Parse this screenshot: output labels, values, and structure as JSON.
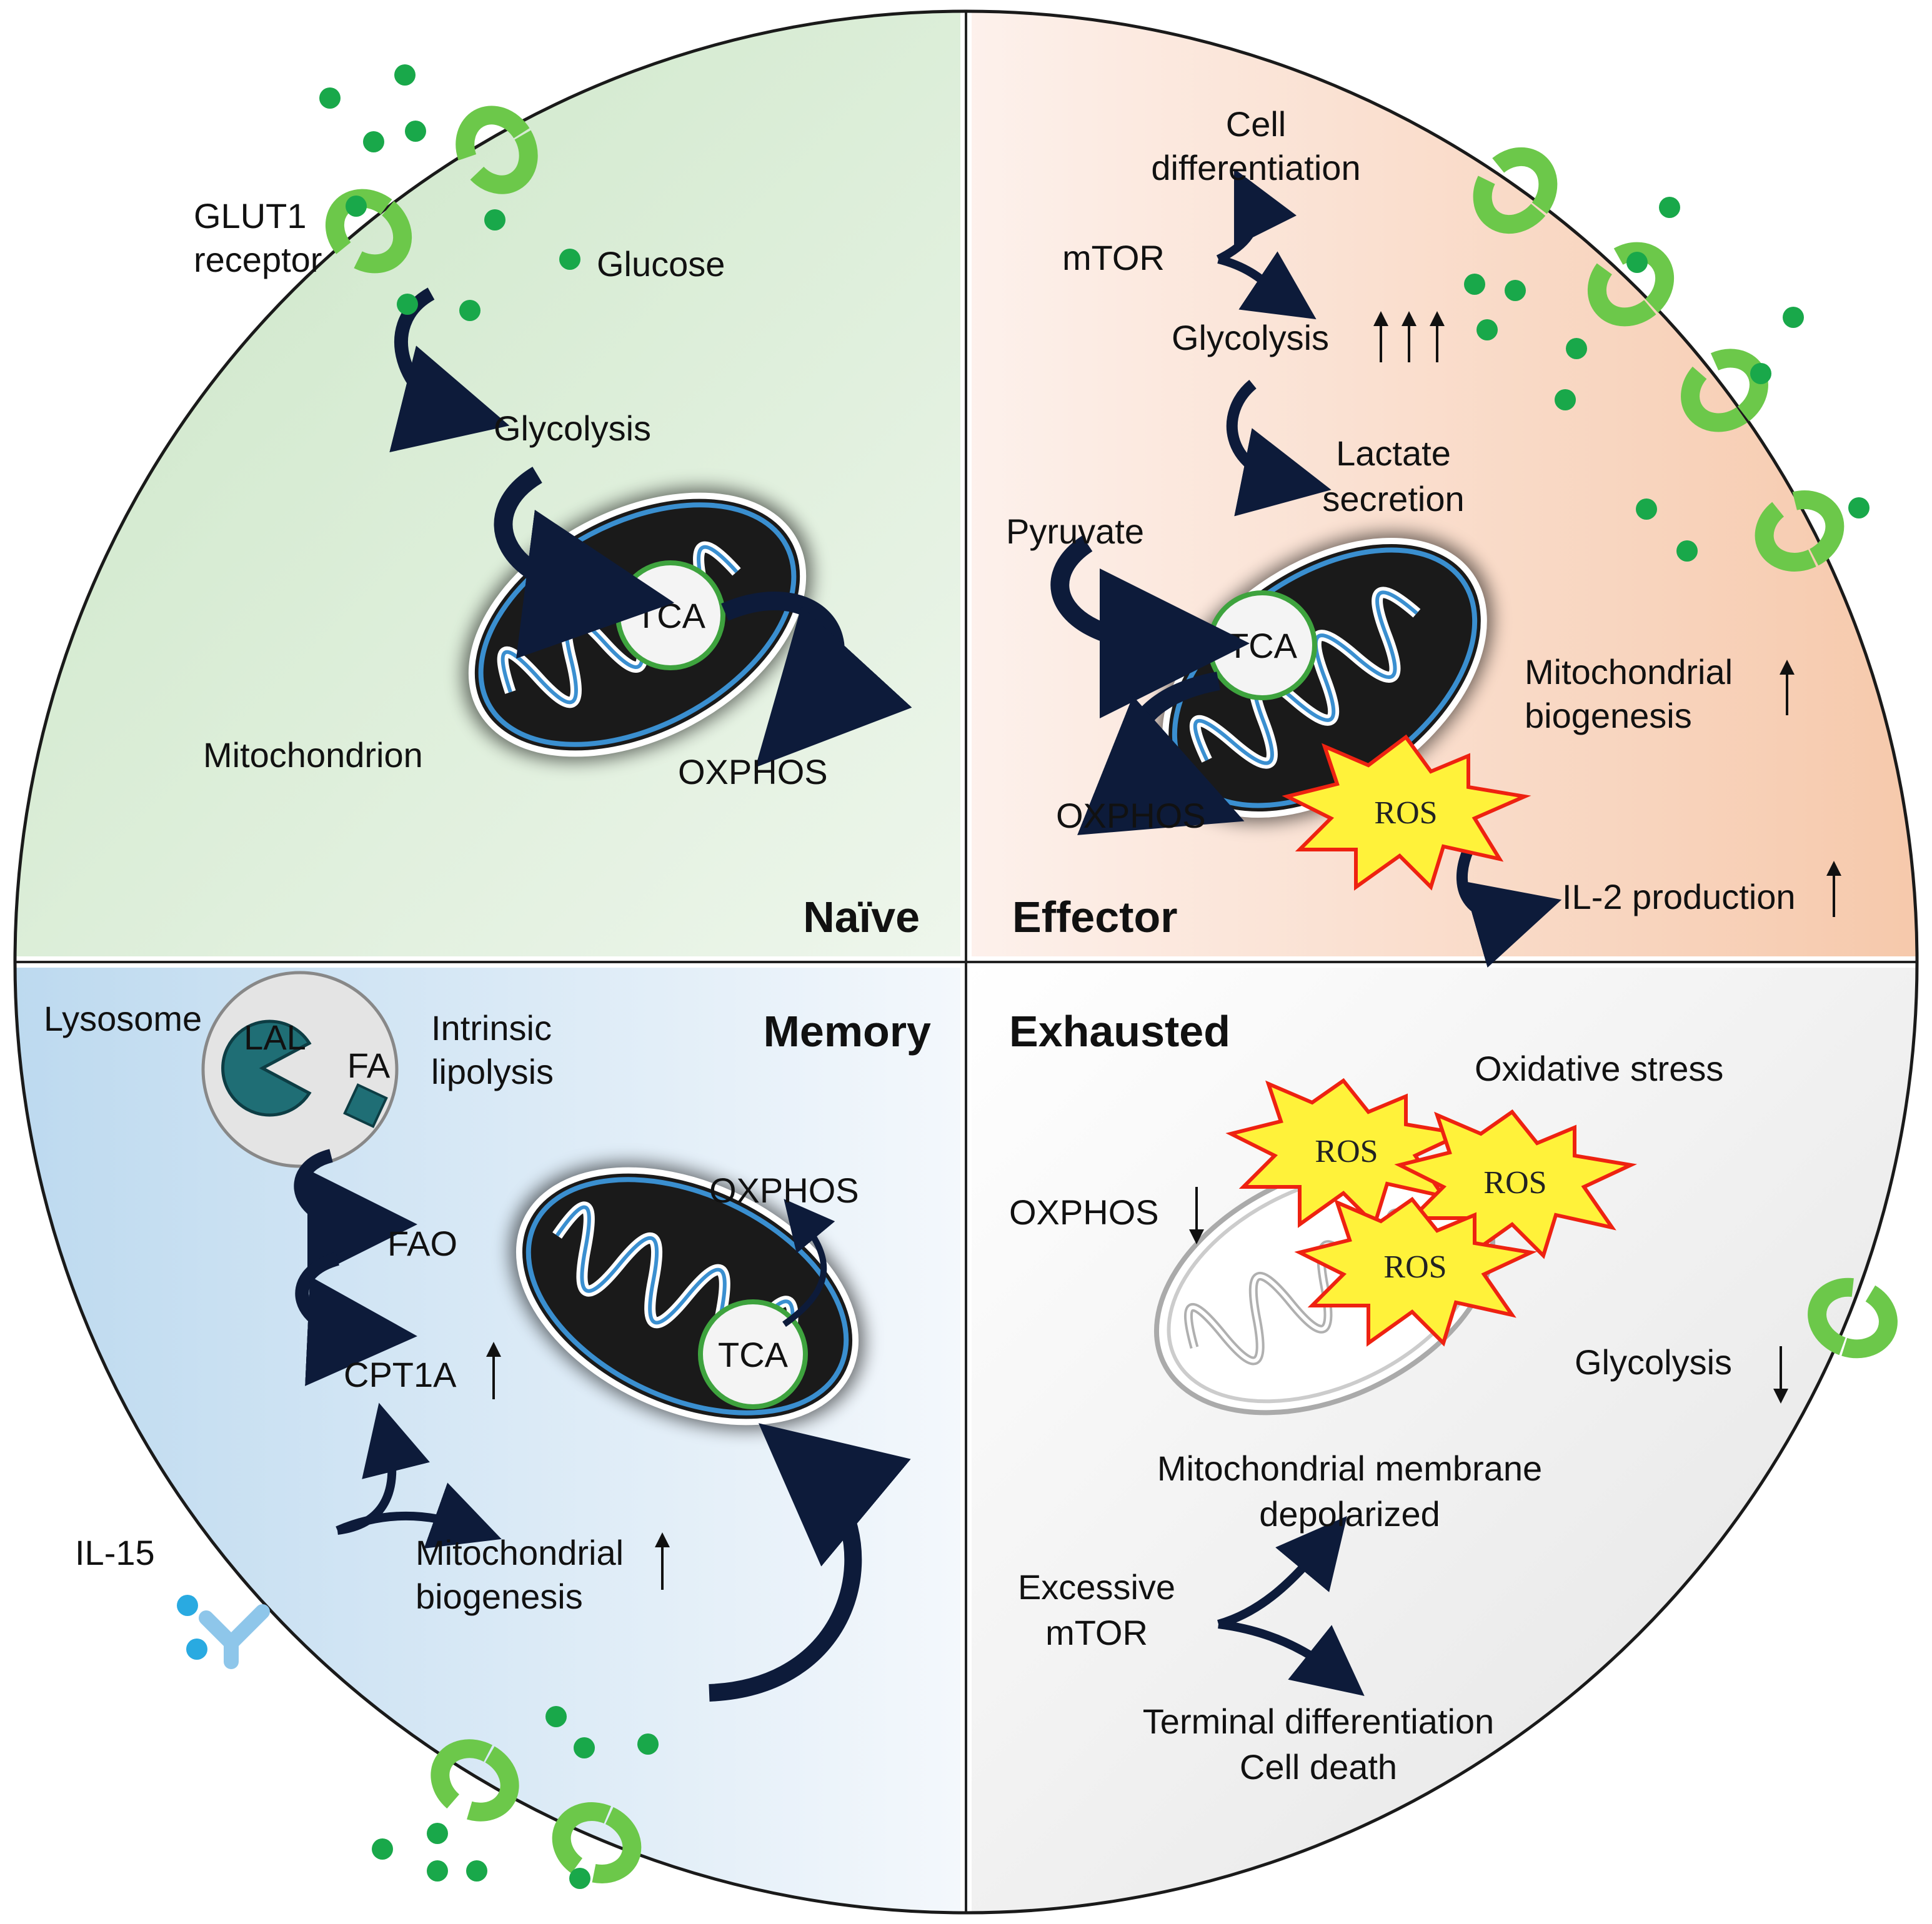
{
  "panels": {
    "naive": {
      "title": "Naïve",
      "glut1_line1": "GLUT1",
      "glut1_line2": "receptor",
      "glucose": "Glucose",
      "glycolysis": "Glycolysis",
      "tca": "TCA",
      "mitochondrion": "Mitochondrion",
      "oxphos": "OXPHOS"
    },
    "effector": {
      "title": "Effector",
      "cell_diff_line1": "Cell",
      "cell_diff_line2": "differentiation",
      "mtor": "mTOR",
      "glycolysis": "Glycolysis",
      "lactate_line1": "Lactate",
      "lactate_line2": "secretion",
      "pyruvate": "Pyruvate",
      "tca": "TCA",
      "mito_bio_line1": "Mitochondrial",
      "mito_bio_line2": "biogenesis",
      "oxphos": "OXPHOS",
      "ros": "ROS",
      "il2": "IL-2 production"
    },
    "memory": {
      "title": "Memory",
      "lysosome": "Lysosome",
      "lal": "LAL",
      "fa": "FA",
      "lipolysis_line1": "Intrinsic",
      "lipolysis_line2": "lipolysis",
      "fao": "FAO",
      "cpt1a": "CPT1A",
      "oxphos": "OXPHOS",
      "tca": "TCA",
      "il15": "IL-15",
      "mito_bio_line1": "Mitochondrial",
      "mito_bio_line2": "biogenesis"
    },
    "exhausted": {
      "title": "Exhausted",
      "oxidative_stress": "Oxidative stress",
      "oxphos": "OXPHOS",
      "ros": "ROS",
      "glycolysis": "Glycolysis",
      "membrane_line1": "Mitochondrial membrane",
      "membrane_line2": "depolarized",
      "mtor_line1": "Excessive",
      "mtor_line2": "mTOR",
      "terminal_line1": "Terminal differentiation",
      "terminal_line2": "Cell death"
    }
  },
  "colors": {
    "naive_bg": "#d6ebd2",
    "effector_bg": "#f8cfb8",
    "memory_bg": "#c7dff1",
    "exhausted_bg": "#eeeeee",
    "glucose_dot": "#19a84a",
    "glut1": "#6cc84a",
    "mito_membrane": "#3a8fd0",
    "tca_ring": "#3ea33e",
    "ros_fill": "#fff23a",
    "ros_edge": "#ee2211",
    "arrow": "#0d1b3a",
    "il15_receptor": "#8ec6ea",
    "il15_dot": "#29aae1"
  }
}
